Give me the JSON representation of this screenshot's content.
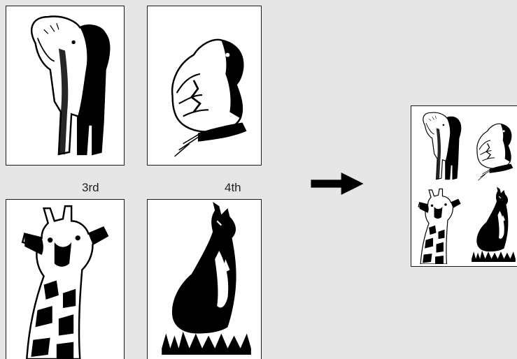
{
  "pages": [
    {
      "id": "elephant",
      "label": ""
    },
    {
      "id": "hamster",
      "label": ""
    },
    {
      "id": "giraffe",
      "label": "3rd"
    },
    {
      "id": "kangaroo",
      "label": "4th"
    }
  ],
  "labels": {
    "third": "3rd",
    "fourth": "4th"
  },
  "arrow": {
    "icon": "right-arrow-icon",
    "color": "#000000"
  },
  "result": {
    "layout": "2x2",
    "cells": [
      "elephant",
      "hamster",
      "giraffe",
      "kangaroo"
    ]
  }
}
